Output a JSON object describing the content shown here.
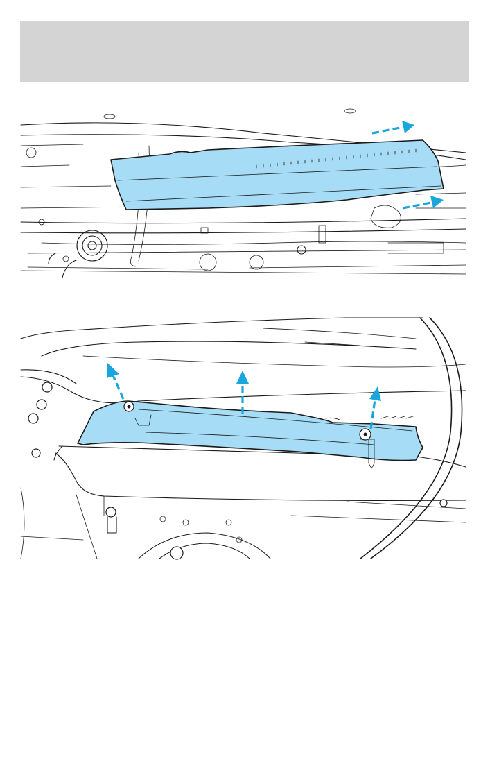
{
  "colors": {
    "header_band": "#d4d4d4",
    "highlight_part": "#a6dcf5",
    "arrow": "#19a6dd",
    "line_art": "#1a1a1a",
    "background": "#ffffff"
  },
  "figures": [
    {
      "id": "cowl-grille-removal",
      "arrows": 2,
      "arrow_direction": "outboard-right"
    },
    {
      "id": "cowl-panel-removal",
      "arrows": 3,
      "arrow_direction": "up"
    }
  ]
}
